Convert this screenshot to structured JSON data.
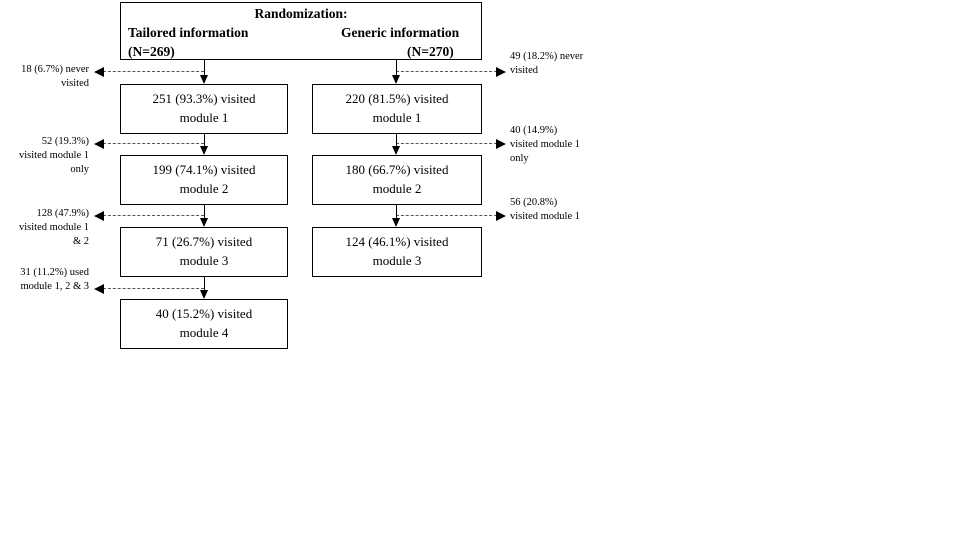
{
  "figure": {
    "type": "flow-diagram",
    "title": "Randomization flow of module visits by information arm"
  },
  "header": {
    "title": "Randomization:",
    "left_arm": "Tailored information",
    "left_n": "(N=269)",
    "right_arm": "Generic information",
    "right_n": "(N=270)"
  },
  "columns": [
    {
      "key": "tailored",
      "label": "Tailored information",
      "n": "(N=269)"
    },
    {
      "key": "generic",
      "label": "Generic information",
      "n": "(N=270)"
    }
  ],
  "nodes": {
    "tailored": [
      {
        "line1": "251 (93.3%) visited",
        "line2": "module 1"
      },
      {
        "line1": "199 (74.1%) visited",
        "line2": "module 2"
      },
      {
        "line1": "71 (26.7%) visited",
        "line2": "module 3"
      },
      {
        "line1": "40 (15.2%) visited",
        "line2": "module 4"
      }
    ],
    "generic": [
      {
        "line1": "220 (81.5%) visited",
        "line2": "module 1"
      },
      {
        "line1": "180 (66.7%) visited",
        "line2": "module 2"
      },
      {
        "line1": "124 (46.1%) visited",
        "line2": "module 3"
      }
    ]
  },
  "annotations": {
    "left": [
      {
        "line1": "18 (6.7%) never",
        "line2": "visited",
        "line3": ""
      },
      {
        "line1": "52 (19.3%)",
        "line2": "visited module 1",
        "line3": "only"
      },
      {
        "line1": "128 (47.9%)",
        "line2": "visited module 1",
        "line3": "& 2"
      },
      {
        "line1": "31 (11.2%) used",
        "line2": "module 1, 2 & 3",
        "line3": ""
      }
    ],
    "right": [
      {
        "line1": "49 (18.2%) never",
        "line2": "visited",
        "line3": ""
      },
      {
        "line1": "40 (14.9%)",
        "line2": "visited module 1",
        "line3": "only"
      },
      {
        "line1": "56 (20.8%)",
        "line2": "visited module 1",
        "line3": ""
      }
    ]
  },
  "chart_data": {
    "type": "table",
    "title": "Randomization: module visit attrition",
    "categories": [
      "module 1",
      "module 2",
      "module 3",
      "module 4"
    ],
    "series": [
      {
        "name": "Tailored information (N=269)",
        "values": [
          251,
          199,
          71,
          40
        ],
        "percents": [
          93.3,
          74.1,
          26.7,
          15.2
        ]
      },
      {
        "name": "Generic information (N=270)",
        "values": [
          220,
          180,
          124,
          null
        ],
        "percents": [
          81.5,
          66.7,
          46.1,
          null
        ]
      }
    ],
    "dropouts": {
      "Tailored information (N=269)": [
        {
          "label": "never visited",
          "value": 18,
          "percent": 6.7
        },
        {
          "label": "visited module 1 only",
          "value": 52,
          "percent": 19.3
        },
        {
          "label": "visited module 1 & 2",
          "value": 128,
          "percent": 47.9
        },
        {
          "label": "used module 1, 2 & 3",
          "value": 31,
          "percent": 11.2
        }
      ],
      "Generic information (N=270)": [
        {
          "label": "never visited",
          "value": 49,
          "percent": 18.2
        },
        {
          "label": "visited module 1 only",
          "value": 40,
          "percent": 14.9
        },
        {
          "label": "visited module 1",
          "value": 56,
          "percent": 20.8
        }
      ]
    },
    "xlabel": "",
    "ylabel": "",
    "grid": false,
    "legend": "none"
  },
  "colors": {
    "background": "#ffffff",
    "stroke": "#000000",
    "dashed": "#555555",
    "text": "#000000"
  }
}
